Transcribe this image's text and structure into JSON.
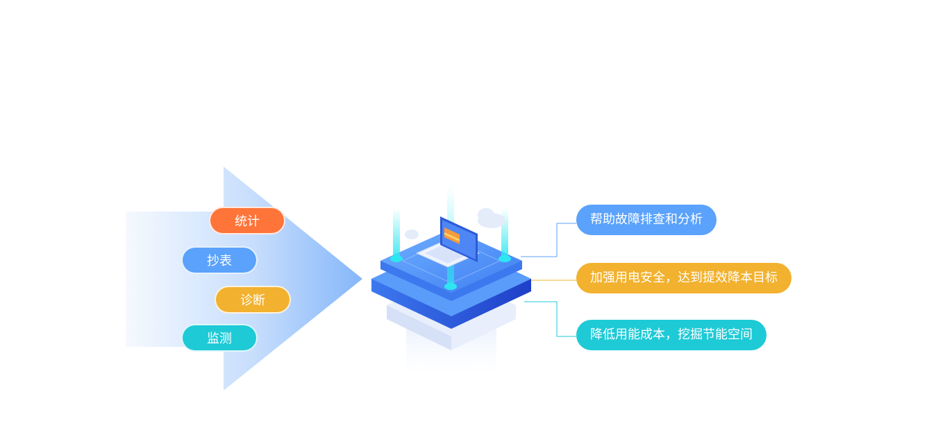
{
  "left_labels": [
    {
      "label": "统计",
      "color": "#FF7439"
    },
    {
      "label": "抄表",
      "color": "#5AA2FB"
    },
    {
      "label": "诊断",
      "color": "#F2B12E"
    },
    {
      "label": "监测",
      "color": "#1ECAD6"
    }
  ],
  "right_labels": [
    {
      "label": "帮助故障排查和分析",
      "color": "#5AA2FB"
    },
    {
      "label": "加强用电安全，达到提效降本目标",
      "color": "#F2B12E"
    },
    {
      "label": "降低用能成本，挖掘节能空间",
      "color": "#1ECAD6"
    }
  ],
  "colors": {
    "arrow": "#5C9EF8",
    "platform_top": "#4C8EF7",
    "platform_side": "#2F5FE0",
    "glow": "#2EE6F0"
  },
  "icons": [
    "big-arrow",
    "server-platform-illustration",
    "laptop-icon",
    "cloud-icon"
  ]
}
